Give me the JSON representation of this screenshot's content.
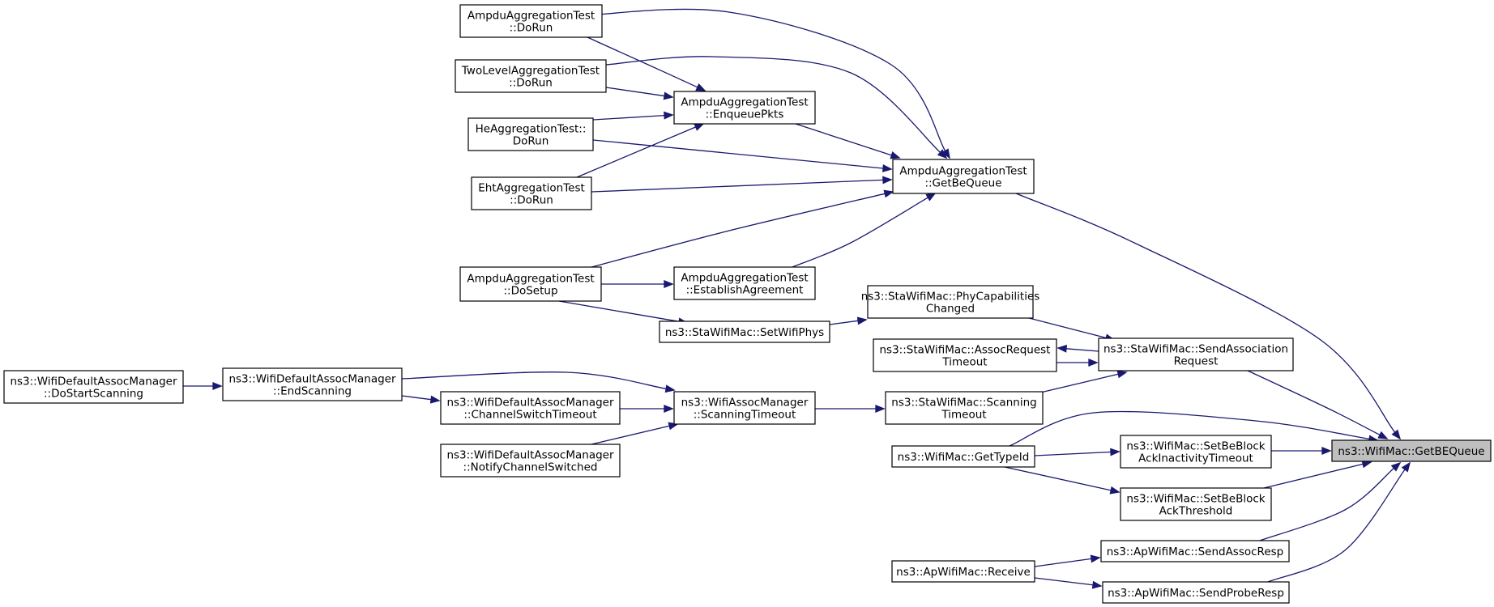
{
  "graph": {
    "edge_color": "#191970",
    "focus_fill": "#bfbfbf",
    "nodes": [
      {
        "id": "getbequeue",
        "name": "node-wifimac-getbequeue",
        "lines": [
          "ns3::WifiMac::GetBEQueue"
        ],
        "focus": true
      },
      {
        "id": "ampdu_getbequeue",
        "name": "node-ampdu-getbequeue",
        "lines": [
          "AmpduAggregationTest",
          "::GetBeQueue"
        ]
      },
      {
        "id": "ampdu_dorun",
        "name": "node-ampdu-dorun",
        "lines": [
          "AmpduAggregationTest",
          "::DoRun"
        ]
      },
      {
        "id": "twolevel_dorun",
        "name": "node-twolevel-dorun",
        "lines": [
          "TwoLevelAggregationTest",
          "::DoRun"
        ]
      },
      {
        "id": "ampdu_enqueuepkts",
        "name": "node-ampdu-enqueuepkts",
        "lines": [
          "AmpduAggregationTest",
          "::EnqueuePkts"
        ]
      },
      {
        "id": "he_dorun",
        "name": "node-he-dorun",
        "lines": [
          "HeAggregationTest::",
          "DoRun"
        ]
      },
      {
        "id": "eht_dorun",
        "name": "node-eht-dorun",
        "lines": [
          "EhtAggregationTest",
          "::DoRun"
        ]
      },
      {
        "id": "ampdu_dosetup",
        "name": "node-ampdu-dosetup",
        "lines": [
          "AmpduAggregationTest",
          "::DoSetup"
        ]
      },
      {
        "id": "ampdu_establish",
        "name": "node-ampdu-establishagreement",
        "lines": [
          "AmpduAggregationTest",
          "::EstablishAgreement"
        ]
      },
      {
        "id": "sta_phycap",
        "name": "node-sta-phycapabilitieschanged",
        "lines": [
          "ns3::StaWifiMac::PhyCapabilities",
          "Changed"
        ]
      },
      {
        "id": "sta_setwifiphys",
        "name": "node-sta-setwifiphys",
        "lines": [
          "ns3::StaWifiMac::SetWifiPhys"
        ]
      },
      {
        "id": "sta_sendassoc",
        "name": "node-sta-sendassociationrequest",
        "lines": [
          "ns3::StaWifiMac::SendAssociation",
          "Request"
        ]
      },
      {
        "id": "sta_assoctimeout",
        "name": "node-sta-assocrequesttimeout",
        "lines": [
          "ns3::StaWifiMac::AssocRequest",
          "Timeout"
        ]
      },
      {
        "id": "sta_scantimeout",
        "name": "node-sta-scanningtimeout",
        "lines": [
          "ns3::StaWifiMac::Scanning",
          "Timeout"
        ]
      },
      {
        "id": "assoc_scantimeout",
        "name": "node-assocmanager-scanningtimeout",
        "lines": [
          "ns3::WifiAssocManager",
          "::ScanningTimeout"
        ]
      },
      {
        "id": "def_endscanning",
        "name": "node-defaultassoc-endscanning",
        "lines": [
          "ns3::WifiDefaultAssocManager",
          "::EndScanning"
        ]
      },
      {
        "id": "def_dostartscanning",
        "name": "node-defaultassoc-dostartscanning",
        "lines": [
          "ns3::WifiDefaultAssocManager",
          "::DoStartScanning"
        ]
      },
      {
        "id": "def_channelswitch",
        "name": "node-defaultassoc-channelswitchtimeout",
        "lines": [
          "ns3::WifiDefaultAssocManager",
          "::ChannelSwitchTimeout"
        ]
      },
      {
        "id": "def_notifychannel",
        "name": "node-defaultassoc-notifychannelswitched",
        "lines": [
          "ns3::WifiDefaultAssocManager",
          "::NotifyChannelSwitched"
        ]
      },
      {
        "id": "mac_gettypeid",
        "name": "node-wifimac-gettypeid",
        "lines": [
          "ns3::WifiMac::GetTypeId"
        ]
      },
      {
        "id": "mac_setbeinact",
        "name": "node-wifimac-setbeblockackinactivitytimeout",
        "lines": [
          "ns3::WifiMac::SetBeBlock",
          "AckInactivityTimeout"
        ]
      },
      {
        "id": "mac_setbethresh",
        "name": "node-wifimac-setbeblockackthreshold",
        "lines": [
          "ns3::WifiMac::SetBeBlock",
          "AckThreshold"
        ]
      },
      {
        "id": "ap_sendassocresp",
        "name": "node-ap-sendassocresp",
        "lines": [
          "ns3::ApWifiMac::SendAssocResp"
        ]
      },
      {
        "id": "ap_receive",
        "name": "node-ap-receive",
        "lines": [
          "ns3::ApWifiMac::Receive"
        ]
      },
      {
        "id": "ap_sendproberesp",
        "name": "node-ap-sendproberesp",
        "lines": [
          "ns3::ApWifiMac::SendProbeResp"
        ]
      }
    ],
    "edges": [
      {
        "from": "ampdu_getbequeue",
        "to": "getbequeue"
      },
      {
        "from": "ampdu_dorun",
        "to": "ampdu_getbequeue"
      },
      {
        "from": "ampdu_dorun",
        "to": "ampdu_enqueuepkts"
      },
      {
        "from": "twolevel_dorun",
        "to": "ampdu_getbequeue"
      },
      {
        "from": "twolevel_dorun",
        "to": "ampdu_enqueuepkts"
      },
      {
        "from": "ampdu_enqueuepkts",
        "to": "ampdu_getbequeue"
      },
      {
        "from": "he_dorun",
        "to": "ampdu_enqueuepkts"
      },
      {
        "from": "he_dorun",
        "to": "ampdu_getbequeue"
      },
      {
        "from": "eht_dorun",
        "to": "ampdu_enqueuepkts"
      },
      {
        "from": "eht_dorun",
        "to": "ampdu_getbequeue"
      },
      {
        "from": "ampdu_dosetup",
        "to": "ampdu_getbequeue"
      },
      {
        "from": "ampdu_dosetup",
        "to": "ampdu_establish"
      },
      {
        "from": "ampdu_dosetup",
        "to": "sta_setwifiphys"
      },
      {
        "from": "ampdu_establish",
        "to": "ampdu_getbequeue"
      },
      {
        "from": "sta_sendassoc",
        "to": "getbequeue"
      },
      {
        "from": "sta_phycap",
        "to": "sta_sendassoc"
      },
      {
        "from": "sta_setwifiphys",
        "to": "sta_phycap"
      },
      {
        "from": "sta_assoctimeout",
        "to": "sta_sendassoc"
      },
      {
        "from": "sta_sendassoc",
        "to": "sta_assoctimeout"
      },
      {
        "from": "sta_scantimeout",
        "to": "sta_sendassoc"
      },
      {
        "from": "assoc_scantimeout",
        "to": "sta_scantimeout"
      },
      {
        "from": "def_endscanning",
        "to": "assoc_scantimeout"
      },
      {
        "from": "def_endscanning",
        "to": "def_channelswitch"
      },
      {
        "from": "def_dostartscanning",
        "to": "def_endscanning"
      },
      {
        "from": "def_channelswitch",
        "to": "assoc_scantimeout"
      },
      {
        "from": "def_notifychannel",
        "to": "assoc_scantimeout"
      },
      {
        "from": "mac_gettypeid",
        "to": "getbequeue"
      },
      {
        "from": "mac_gettypeid",
        "to": "mac_setbeinact"
      },
      {
        "from": "mac_gettypeid",
        "to": "mac_setbethresh"
      },
      {
        "from": "mac_setbeinact",
        "to": "getbequeue"
      },
      {
        "from": "mac_setbethresh",
        "to": "getbequeue"
      },
      {
        "from": "ap_sendassocresp",
        "to": "getbequeue"
      },
      {
        "from": "ap_receive",
        "to": "ap_sendassocresp"
      },
      {
        "from": "ap_receive",
        "to": "ap_sendproberesp"
      },
      {
        "from": "ap_sendproberesp",
        "to": "getbequeue"
      }
    ]
  }
}
